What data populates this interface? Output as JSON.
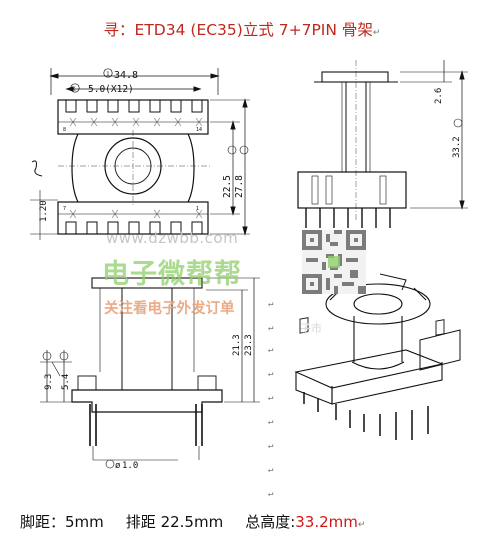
{
  "title": "寻：ETD34 (EC35)立式 7+7PIN 骨架",
  "para_mark": "↵",
  "dims": {
    "overall_width": "34.8",
    "pin_pitch": "5.0(X12)",
    "pin_row_spacing": "22.5",
    "body_length": "27.8",
    "pin_offset": "1.20",
    "top_flange": "2.6",
    "total_height": "33.2",
    "h_21": "21.3",
    "h_23": "23.3",
    "h_93": "9.3",
    "h_54": "5.4",
    "pin_dia": "1.0"
  },
  "pin_labels": [
    "8",
    "14",
    "7",
    "1"
  ],
  "watermark": {
    "url": "www.dzwbb.com",
    "name": "电子微帮帮",
    "slogan": "关注看电子外发订单",
    "faint": "子市"
  },
  "footer": {
    "pitch_label": "脚距：",
    "pitch_value": "5mm",
    "row_label": "排距 ",
    "row_value": "22.5mm",
    "height_label": "总高度:",
    "height_value": "33.2mm"
  }
}
